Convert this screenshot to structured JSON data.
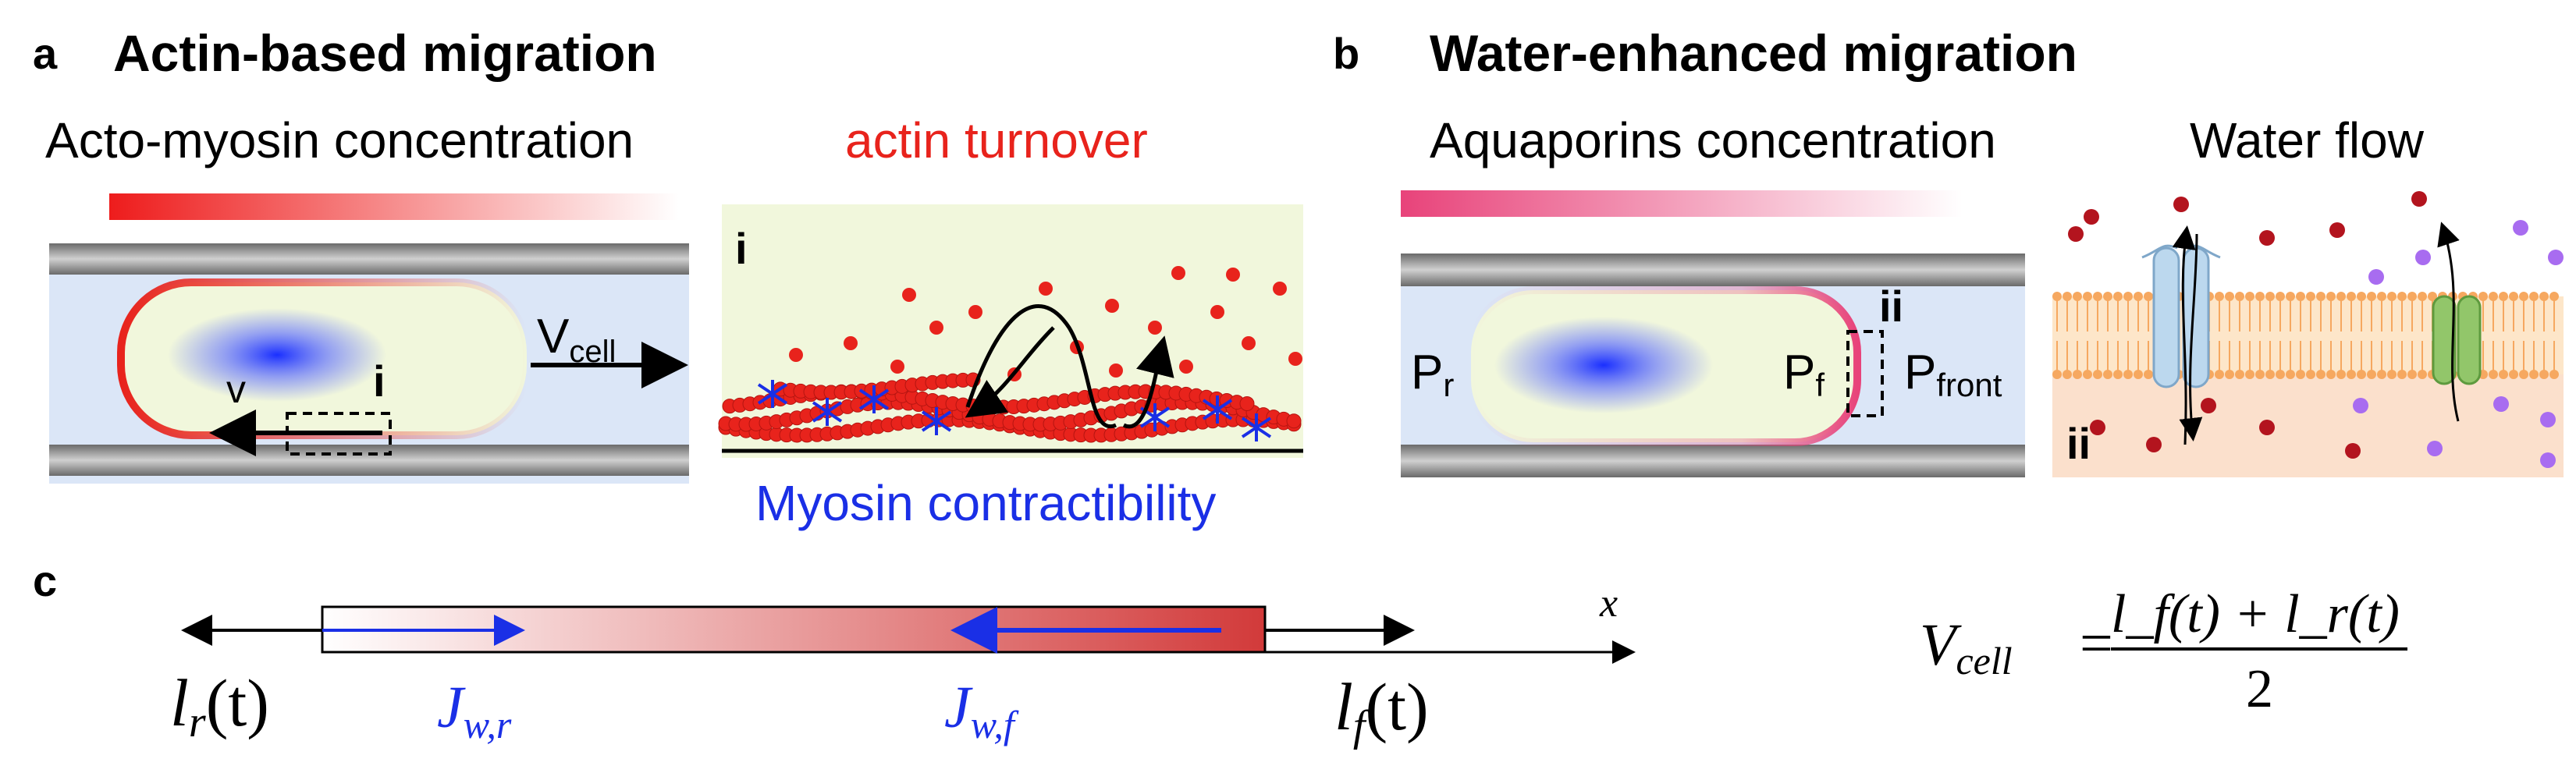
{
  "panel_a": {
    "letter": "a",
    "title": "Actin-based migration",
    "gradient_label": "Acto-myosin concentration",
    "velocity_label_main": "V",
    "velocity_label_sub": "cell",
    "inner_velocity_label": "v",
    "inset_marker": "i",
    "inset_title": "i",
    "turnover_label": "actin turnover",
    "myosin_label": "Myosin contractibility",
    "colors": {
      "actin": "#e8231c",
      "myosin": "#1a2fe6",
      "cell": "#f1f7dc",
      "channel": "#dbe6f7"
    }
  },
  "panel_b": {
    "letter": "b",
    "title": "Water-enhanced migration",
    "gradient_label": "Aquaporins concentration",
    "water_flow_label": "Water flow",
    "pr_main": "P",
    "pr_sub": "r",
    "pf_main": "P",
    "pf_sub": "f",
    "pfront_main": "P",
    "pfront_sub": "front",
    "inset_marker": "ii",
    "inset_title": "ii",
    "colors": {
      "aquaporin": "#e8437a",
      "membrane": "#f6b26b",
      "inside": "#fbe0cc"
    }
  },
  "panel_c": {
    "letter": "c",
    "x_axis_label": "x",
    "lr_main": "l",
    "lr_sub": "r",
    "lr_arg": "(t)",
    "lf_main": "l",
    "lf_sub": "f",
    "lf_arg": "(t)",
    "jwr_main": "J",
    "jwr_sub": "w,r",
    "jwf_main": "J",
    "jwf_sub": "w,f",
    "equation": {
      "lhs_main": "V",
      "lhs_sub": "cell",
      "equals": "=",
      "numerator": "l_f(t) + l_r(t)",
      "denominator": "2"
    }
  }
}
